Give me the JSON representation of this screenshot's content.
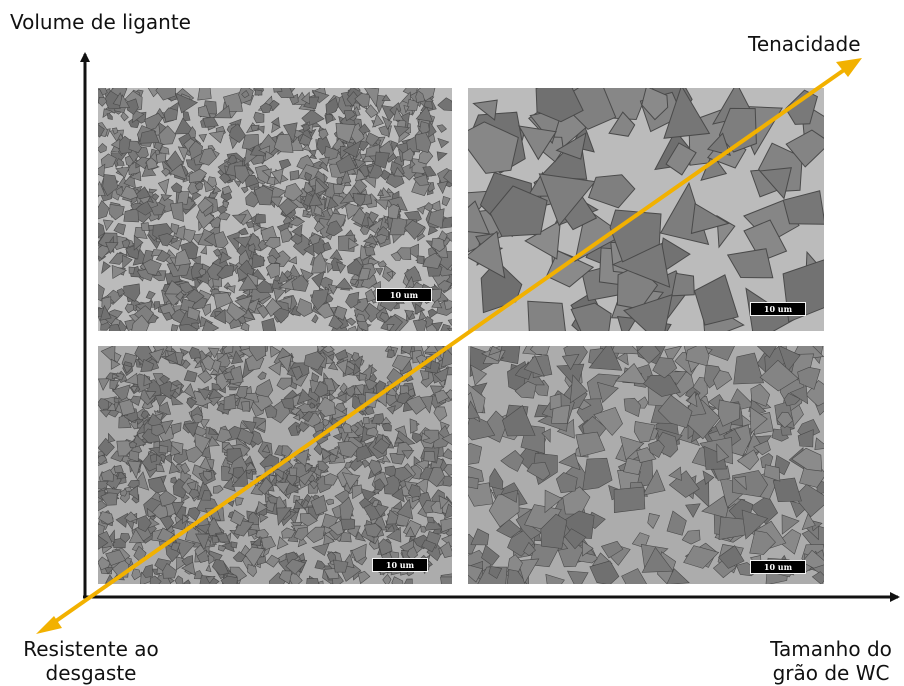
{
  "labels": {
    "y_axis": "Volume de ligante",
    "x_axis_line1": "Tamanho do",
    "x_axis_line2": "grão de WC",
    "toughness": "Tenacidade",
    "wear_line1": "Resistente ao",
    "wear_line2": "desgaste"
  },
  "micrographs": [
    {
      "position": "top-left",
      "scale": "10 um",
      "grain": "fine",
      "binder": "high"
    },
    {
      "position": "top-right",
      "scale": "10 um",
      "grain": "coarse",
      "binder": "high"
    },
    {
      "position": "bottom-left",
      "scale": "10 um",
      "grain": "fine",
      "binder": "low"
    },
    {
      "position": "bottom-right",
      "scale": "10 um",
      "grain": "medium",
      "binder": "low"
    }
  ],
  "colors": {
    "arrow": "#f2b100",
    "axis": "#111111",
    "grain": "#7d7d7d",
    "binder": "#d8d8d8"
  }
}
